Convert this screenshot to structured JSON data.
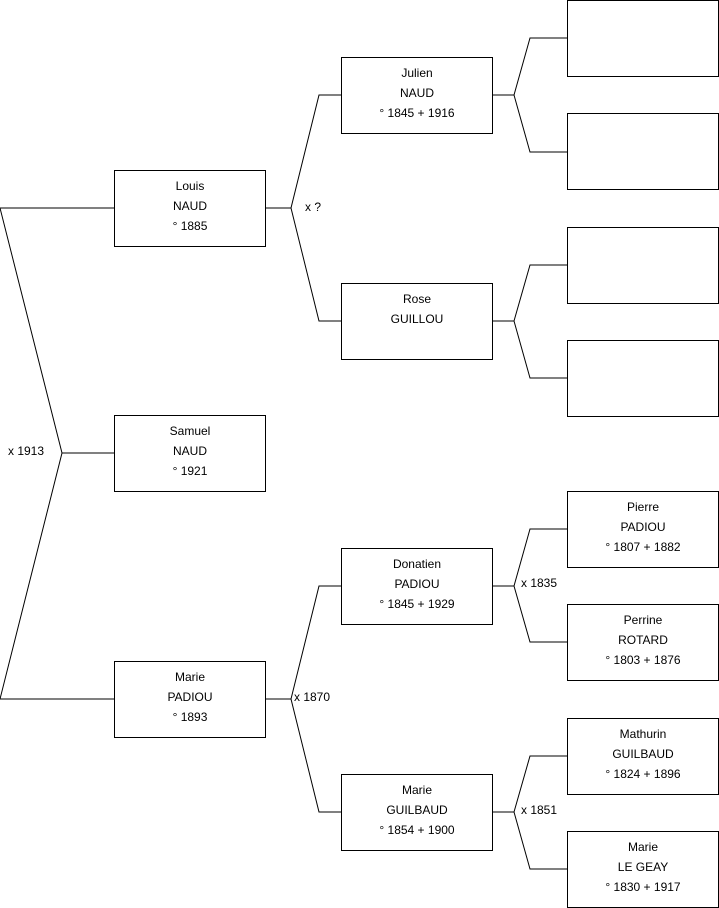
{
  "persons": {
    "samuel": {
      "first": "Samuel",
      "last": "NAUD",
      "dates": "° 1921"
    },
    "louis": {
      "first": "Louis",
      "last": "NAUD",
      "dates": "° 1885"
    },
    "marie_p": {
      "first": "Marie",
      "last": "PADIOU",
      "dates": "° 1893"
    },
    "julien": {
      "first": "Julien",
      "last": "NAUD",
      "dates": "° 1845 + 1916"
    },
    "rose": {
      "first": "Rose",
      "last": "GUILLOU",
      "dates": ""
    },
    "donatien": {
      "first": "Donatien",
      "last": "PADIOU",
      "dates": "° 1845 + 1929"
    },
    "marie_g": {
      "first": "Marie",
      "last": "GUILBAUD",
      "dates": "° 1854 + 1900"
    },
    "pierre": {
      "first": "Pierre",
      "last": "PADIOU",
      "dates": "° 1807 + 1882"
    },
    "perrine": {
      "first": "Perrine",
      "last": "ROTARD",
      "dates": "° 1803 + 1876"
    },
    "mathurin": {
      "first": "Mathurin",
      "last": "GUILBAUD",
      "dates": "° 1824 + 1896"
    },
    "marie_lg": {
      "first": "Marie",
      "last": "LE GEAY",
      "dates": "° 1830 + 1917"
    }
  },
  "marriages": {
    "samuel_parents": "x 1913",
    "louis_parents": "x ?",
    "marie_p_parents": "x 1870",
    "donatien_parents": "x 1835",
    "marie_g_parents": "x 1851"
  }
}
